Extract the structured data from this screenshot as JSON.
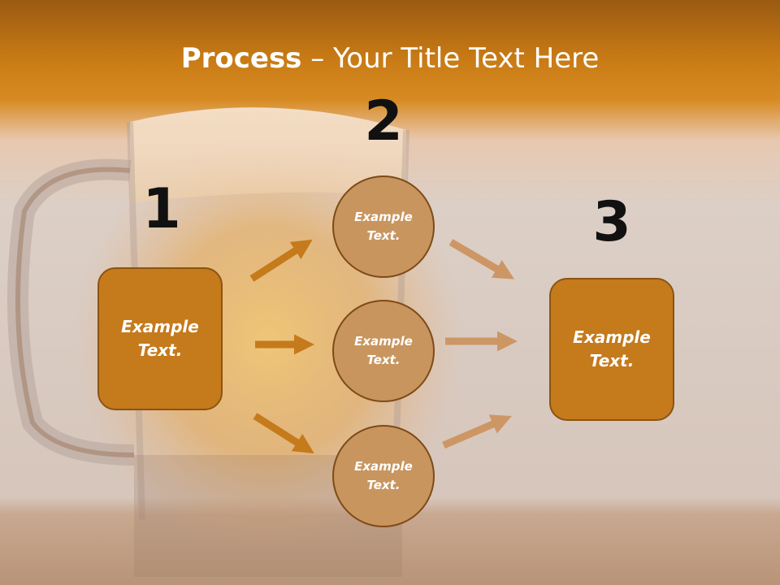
{
  "slide": {
    "title_bold": "Process",
    "title_rest": " – Your Title Text Here"
  },
  "steps": {
    "num1": "1",
    "num2": "2",
    "num3": "3"
  },
  "nodes": {
    "left_box": "Example\nText.",
    "circle_top": "Example\nText.",
    "circle_mid": "Example\nText.",
    "circle_bot": "Example\nText.",
    "right_box": "Example\nText."
  },
  "colors": {
    "header": "#c87a14",
    "box_fill": "#c57a1c",
    "circle_fill": "#c9955f",
    "arrow_dark": "#c57a1c",
    "arrow_light": "#cd9665"
  }
}
